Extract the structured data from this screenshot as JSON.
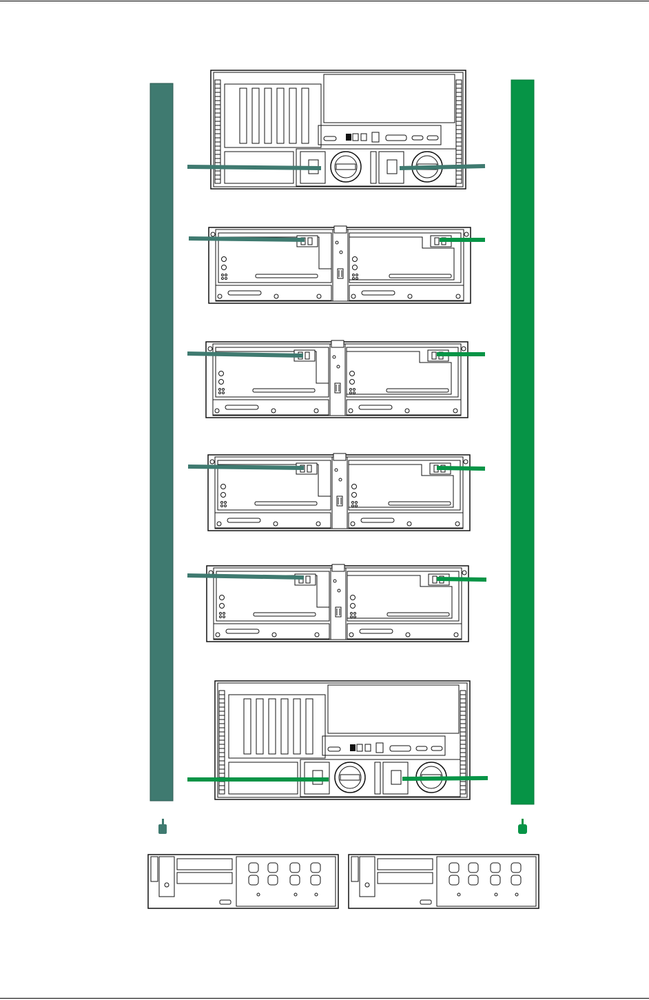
{
  "colors": {
    "feed_a": "#3f7a70",
    "feed_b": "#069446",
    "outline": "#111111",
    "background": "#ffffff"
  },
  "diagram": {
    "description_icons": [
      "power-strip-a",
      "power-strip-b",
      "server-unit",
      "storage-enclosure",
      "power-distribution-unit"
    ],
    "server_units": 2,
    "storage_enclosures": 4,
    "power_distribution_units": 2,
    "outlets_per_pdu": 8
  }
}
